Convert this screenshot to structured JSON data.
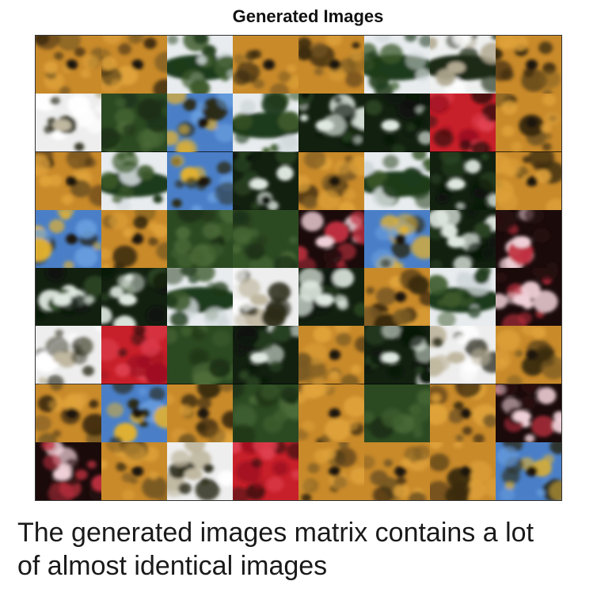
{
  "title": "Generated Images",
  "caption_line1": "The generated images matrix contains a lot",
  "caption_line2": "of almost identical images",
  "grid": {
    "rows": 8,
    "cols": 8,
    "tiles": [
      "sunflower",
      "sunflower",
      "sky-green",
      "sunflower",
      "sunflower",
      "sky-green",
      "sky-cat",
      "sunflower",
      "white-cat",
      "green",
      "blue-sunflower",
      "sky-green",
      "green-cat",
      "green-cat",
      "red",
      "sunflower",
      "sunflower",
      "sky-green",
      "blue-sunflower",
      "green-cat",
      "sunflower",
      "sky-green",
      "green-cat",
      "sunflower",
      "blue-sunflower",
      "sunflower",
      "green",
      "green",
      "red-dark",
      "blue-sunflower",
      "green-cat",
      "red-dark",
      "green-cat",
      "green-cat",
      "sky-green",
      "white-cat",
      "green-cat",
      "sunflower",
      "sky-green",
      "red-dark",
      "white-cat",
      "red",
      "green",
      "green-cat",
      "sunflower",
      "green-cat",
      "white-cat",
      "sunflower",
      "sunflower",
      "blue-sunflower",
      "sunflower",
      "green",
      "sunflower",
      "green",
      "sunflower",
      "red-dark",
      "red-dark",
      "sunflower",
      "white-cat",
      "red",
      "sunflower",
      "sunflower",
      "sunflower",
      "blue-sunflower"
    ]
  },
  "palette": {
    "sunflower": [
      "#c98a2a",
      "#e0a33a",
      "#7a5a22",
      "#3a2a10"
    ],
    "blue-sunflower": [
      "#4a7fc8",
      "#e0b030",
      "#2a2a18",
      "#6aa0e0"
    ],
    "sky-green": [
      "#e8ecef",
      "#1f3a1a",
      "#3d5a2c",
      "#d0d8da"
    ],
    "sky-cat": [
      "#eef0f0",
      "#1e2a14",
      "#b0a890",
      "#ffffff"
    ],
    "white-cat": [
      "#eeeeee",
      "#2a2a18",
      "#c0b8a0",
      "#ffffff"
    ],
    "green": [
      "#2c4a22",
      "#3e5e2e",
      "#1c3016",
      "#4e6e3a"
    ],
    "green-cat": [
      "#122010",
      "#2a4422",
      "#dfe8e0",
      "#0a140a"
    ],
    "red": [
      "#c8202a",
      "#e04050",
      "#401010",
      "#a01020"
    ],
    "red-dark": [
      "#1a0a0a",
      "#c03040",
      "#f0d0d8",
      "#2a1010"
    ]
  }
}
